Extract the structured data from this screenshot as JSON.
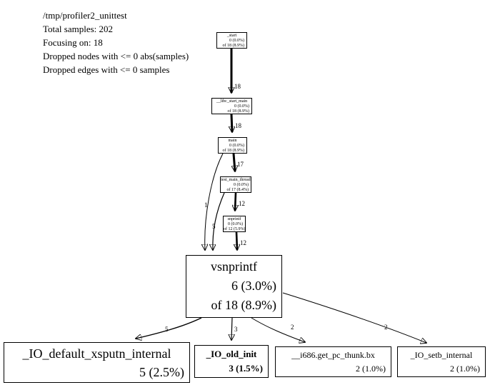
{
  "header": {
    "lines": [
      "/tmp/profiler2_unittest",
      "Total samples: 202",
      "Focusing on: 18",
      "Dropped nodes with <= 0 abs(samples)",
      "Dropped edges with <= 0 samples"
    ]
  },
  "nodes": {
    "start": {
      "name": "_start",
      "self": "0 (0.0%)",
      "total": "of 18 (8.9%)"
    },
    "libc": {
      "name": "__libc_start_main",
      "self": "0 (0.0%)",
      "total": "of 18 (8.9%)"
    },
    "main": {
      "name": "main",
      "self": "0 (0.0%)",
      "total": "of 18 (8.9%)"
    },
    "test": {
      "name": "test_main_thread",
      "self": "0 (0.0%)",
      "total": "of 17 (8.4%)"
    },
    "snprintf": {
      "name": "snprintf",
      "self": "0 (0.0%)",
      "total": "of 12 (5.9%)"
    },
    "vsnprintf": {
      "name": "vsnprintf",
      "self": "6 (3.0%)",
      "total": "of 18 (8.9%)"
    },
    "xsputn": {
      "name": "_IO_default_xsputn_internal",
      "self": "5 (2.5%)"
    },
    "old_init": {
      "name": "_IO_old_init",
      "self": "3 (1.5%)"
    },
    "thunk": {
      "name": "__i686.get_pc_thunk.bx",
      "self": "2 (1.0%)"
    },
    "setb": {
      "name": "_IO_setb_internal",
      "self": "2 (1.0%)"
    }
  },
  "edges": {
    "start_libc": "18",
    "libc_main": "18",
    "main_test": "17",
    "test_snprintf": "12",
    "snprintf_vsnprintf": "12",
    "main_vsnprintf": "1",
    "test_vsnprintf": "5",
    "vsnprintf_xsputn": "5",
    "vsnprintf_old_init": "3",
    "vsnprintf_thunk": "2",
    "vsnprintf_setb": "2"
  }
}
